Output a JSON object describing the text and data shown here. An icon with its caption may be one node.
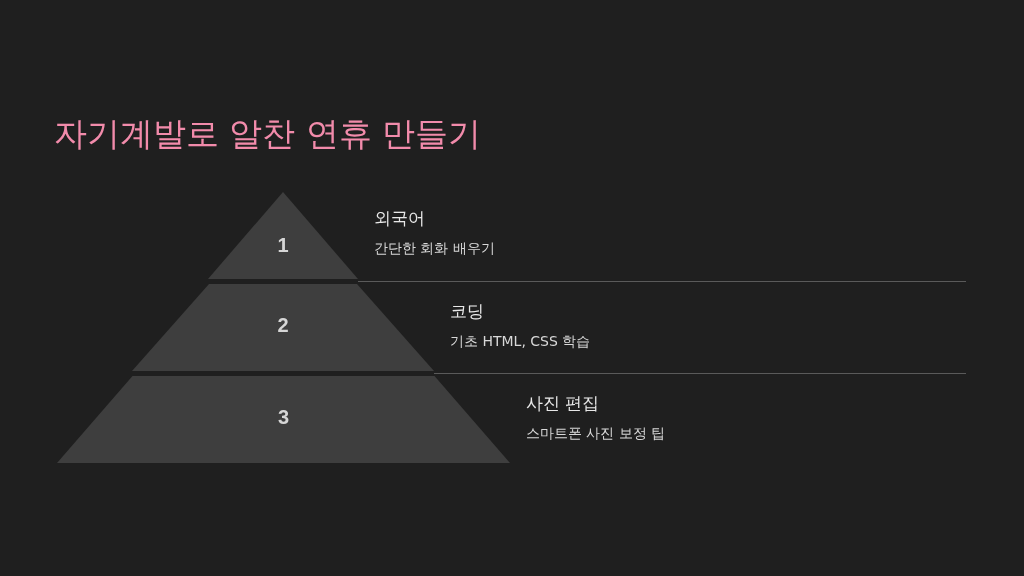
{
  "diagram": {
    "title": "자기계발로 알찬 연휴 만들기",
    "nodes": [
      {
        "text": [
          "1"
        ],
        "beside": [
          "외국어",
          "간단한 회화 배우기"
        ]
      },
      {
        "text": [
          "2"
        ],
        "beside": [
          "코딩",
          "기초 HTML, CSS 학습"
        ]
      },
      {
        "text": [
          "3"
        ],
        "beside": [
          "사진 편집",
          "스마트폰 사진 보정 팁"
        ]
      }
    ]
  }
}
